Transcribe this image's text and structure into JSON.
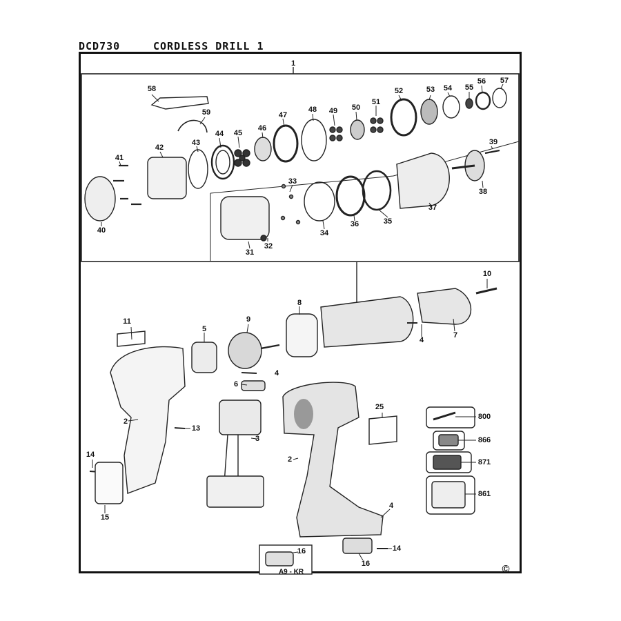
{
  "header": {
    "model": "DCD730",
    "title": "CORDLESS DRILL 1"
  },
  "footer": {
    "code": "A9 - KR",
    "copyright": "©"
  },
  "labels": {
    "p1": "1",
    "p2a": "2",
    "p2b": "2",
    "p3": "3",
    "p4a": "4",
    "p4b": "4",
    "p4c": "4",
    "p5": "5",
    "p6": "6",
    "p7": "7",
    "p8": "8",
    "p9": "9",
    "p10": "10",
    "p11": "11",
    "p13": "13",
    "p14a": "14",
    "p14b": "14",
    "p15": "15",
    "p16a": "16",
    "p16b": "16",
    "p25": "25",
    "p31": "31",
    "p32": "32",
    "p33": "33",
    "p34": "34",
    "p35": "35",
    "p36": "36",
    "p37": "37",
    "p38": "38",
    "p39": "39",
    "p40": "40",
    "p41": "41",
    "p42": "42",
    "p43": "43",
    "p44": "44",
    "p45": "45",
    "p46": "46",
    "p47": "47",
    "p48": "48",
    "p49": "49",
    "p50": "50",
    "p51": "51",
    "p52": "52",
    "p53": "53",
    "p54": "54",
    "p55": "55",
    "p56": "56",
    "p57": "57",
    "p58": "58",
    "p59": "59",
    "p800": "800",
    "p866": "866",
    "p871": "871",
    "p861": "861"
  }
}
